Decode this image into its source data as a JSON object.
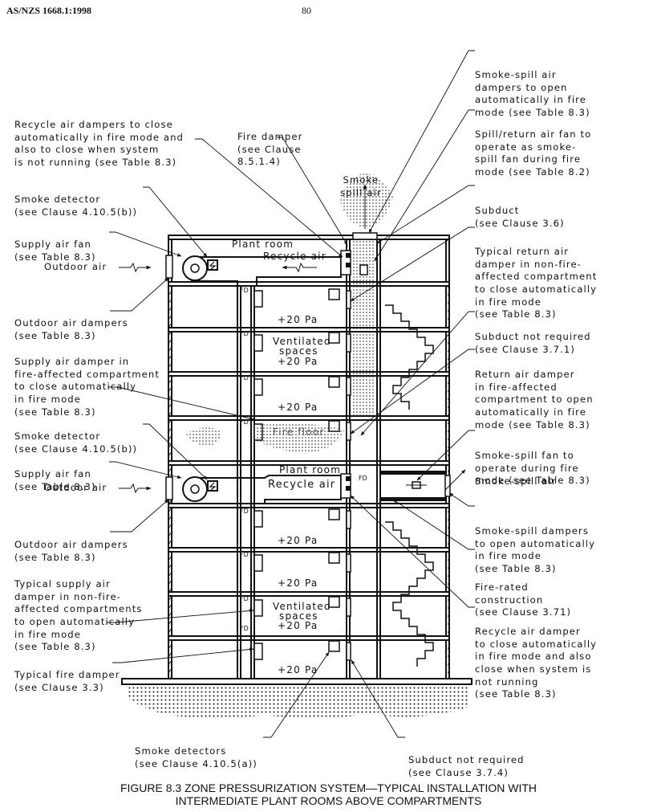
{
  "header": {
    "standard": "AS/NZS 1668.1:1998",
    "page_number": "80"
  },
  "labels": {
    "recycle_dampers_upper": [
      "Recycle air dampers to close",
      "automatically in fire mode and",
      "also to close when system",
      "is not running (see Table 8.3)"
    ],
    "fire_damper": [
      "Fire damper",
      "(see Clause",
      "8.5.1.4)"
    ],
    "smoke_spill_air_top": [
      "Smoke",
      "spill air"
    ],
    "smoke_detector_upper": [
      "Smoke detector",
      "(see Clause 4.10.5(b))"
    ],
    "supply_air_fan_upper": [
      "Supply air fan",
      "(see Table 8.3)"
    ],
    "outdoor_air_upper": "Outdoor air",
    "outdoor_air_dampers_upper": [
      "Outdoor air dampers",
      "(see Table 8.3)"
    ],
    "supply_damper_fire_affected": [
      "Supply air damper in",
      "fire-affected compartment",
      "to close automatically",
      "in fire mode",
      "(see Table 8.3)"
    ],
    "smoke_detector_lower": [
      "Smoke detector",
      "(see Clause 4.10.5(b))"
    ],
    "supply_air_fan_lower": [
      "Supply air fan",
      "(see Table 8.3)"
    ],
    "outdoor_air_lower": "Outdoor air",
    "outdoor_air_dampers_lower": [
      "Outdoor air dampers",
      "(see Table 8.3)"
    ],
    "typical_supply_damper": [
      "Typical supply air",
      "damper in non-fire-",
      "affected compartments",
      "to open automatically",
      "in fire mode",
      "(see Table 8.3)"
    ],
    "typical_fire_damper": [
      "Typical fire damper",
      "(see Clause 3.3)"
    ],
    "smoke_detectors_bottom": [
      "Smoke detectors",
      "(see Clause 4.10.5(a))"
    ],
    "subduct_not_required_bottom": [
      "Subduct not required",
      "(see Clause 3.7.4)"
    ],
    "smoke_spill_dampers_top": [
      "Smoke-spill air",
      "dampers to open",
      "automatically in fire",
      "mode (see Table 8.3)"
    ],
    "spill_return_fan": [
      "Spill/return air fan to",
      "operate as smoke-",
      "spill fan during fire",
      "mode (see Table 8.2)"
    ],
    "subduct": [
      "Subduct",
      "(see Clause 3.6)"
    ],
    "typical_return_damper": [
      "Typical return air",
      "damper in non-fire-",
      "affected compartment",
      "to close automatically",
      "in fire mode",
      "(see Table 8.3)"
    ],
    "subduct_not_required_mid": [
      "Subduct not required",
      "(see Clause 3.7.1)"
    ],
    "return_damper_fire_affected": [
      "Return air damper",
      "in fire-affected",
      "compartment to open",
      "automatically in fire",
      "mode (see Table 8.3)"
    ],
    "smoke_spill_fan": [
      "Smoke-spill fan to",
      "operate during fire",
      "mode (see Table 8.3)"
    ],
    "smoke_spill_air_right": "Smoke-spill air",
    "smoke_spill_dampers_right": [
      "Smoke-spill dampers",
      "to open automatically",
      "in fire mode",
      "(see Table 8.3)"
    ],
    "fire_rated_construction": [
      "Fire-rated",
      "construction",
      "(see Clause 3.71)"
    ],
    "recycle_damper_lower": [
      "Recycle air damper",
      "to close automatically",
      "in fire mode and also",
      "close when system is",
      "not running",
      "(see Table 8.3)"
    ]
  },
  "building": {
    "plant_room": "Plant room",
    "recycle_air": "Recycle air",
    "fd": "FD",
    "pressure": "+20 Pa",
    "ventilated_spaces": [
      "Ventilated",
      "spaces"
    ],
    "fire_floor": "Fire floor"
  },
  "caption": [
    "FIGURE  8.3  ZONE PRESSURIZATION SYSTEM—TYPICAL INSTALLATION WITH",
    "INTERMEDIATE PLANT ROOMS ABOVE COMPARTMENTS"
  ]
}
